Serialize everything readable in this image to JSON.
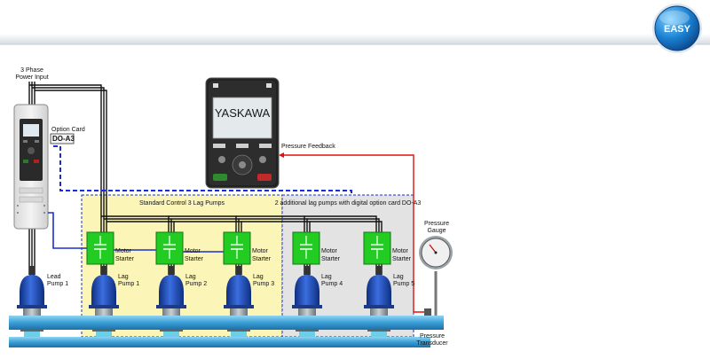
{
  "badge": {
    "label": "EASY"
  },
  "power": {
    "line1": "3 Phase",
    "line2": "Power Input"
  },
  "option_card": {
    "title": "Option Card",
    "model": "DO-A3"
  },
  "keypad": {
    "brand": "YASKAWA"
  },
  "feedback_label": "Pressure Feedback",
  "zones": {
    "standard": "Standard Control 3 Lag Pumps",
    "additional": "2 additional lag pumps with digital option card DO-A3"
  },
  "starter": {
    "line1": "Motor",
    "line2": "Starter"
  },
  "pumps": [
    {
      "line1": "Lead",
      "line2": "Pump 1"
    },
    {
      "line1": "Lag",
      "line2": "Pump 1"
    },
    {
      "line1": "Lag",
      "line2": "Pump 2"
    },
    {
      "line1": "Lag",
      "line2": "Pump 3"
    },
    {
      "line1": "Lag",
      "line2": "Pump 4"
    },
    {
      "line1": "Lag",
      "line2": "Pump 5"
    }
  ],
  "gauge": {
    "line1": "Pressure",
    "line2": "Gauge"
  },
  "transducer": {
    "line1": "Pressure",
    "line2": "Transducer"
  },
  "colors": {
    "standard_zone": "#fbf6b8",
    "additional_zone": "#e3e3e3",
    "starter": "#22cc22",
    "feedback_line": "#e01010",
    "control_line": "#1a2fd0",
    "pipe": "#4aa8d8",
    "pump": "#1f4fbf"
  }
}
